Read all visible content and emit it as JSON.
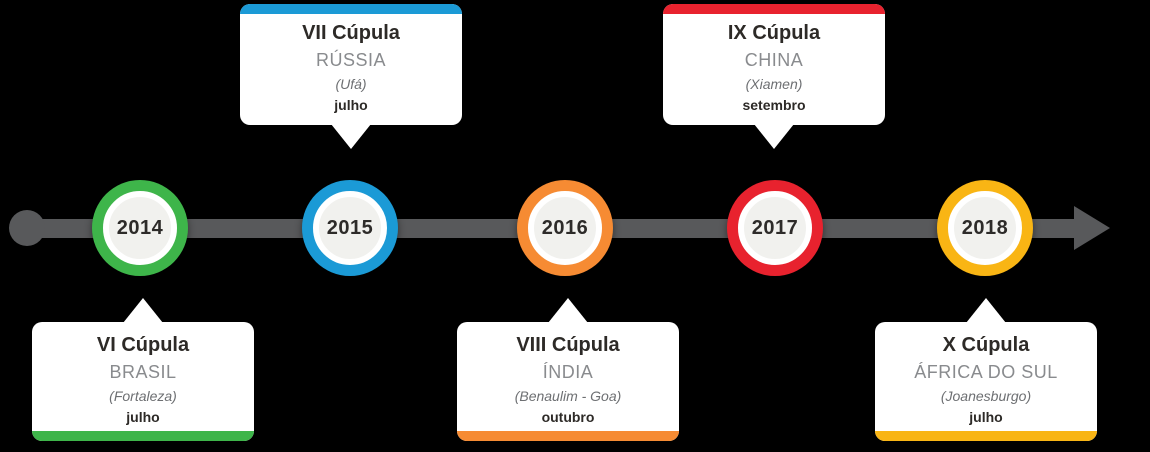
{
  "timeline": {
    "bar_color": "#58595b",
    "events": [
      {
        "year": "2014",
        "title": "VI Cúpula",
        "country": "BRASIL",
        "city": "(Fortaleza)",
        "month": "julho",
        "color": "#3eb54a",
        "card_position": "below"
      },
      {
        "year": "2015",
        "title": "VII Cúpula",
        "country": "RÚSSIA",
        "city": "(Ufá)",
        "month": "julho",
        "color": "#1b9ad6",
        "card_position": "above"
      },
      {
        "year": "2016",
        "title": "VIII Cúpula",
        "country": "ÍNDIA",
        "city": "(Benaulim - Goa)",
        "month": "outubro",
        "color": "#f68b33",
        "card_position": "below"
      },
      {
        "year": "2017",
        "title": "IX Cúpula",
        "country": "CHINA",
        "city": "(Xiamen)",
        "month": "setembro",
        "color": "#e8222e",
        "card_position": "above"
      },
      {
        "year": "2018",
        "title": "X Cúpula",
        "country": "ÁFRICA DO SUL",
        "city": "(Joanesburgo)",
        "month": "julho",
        "color": "#f9b514",
        "card_position": "below"
      }
    ]
  }
}
